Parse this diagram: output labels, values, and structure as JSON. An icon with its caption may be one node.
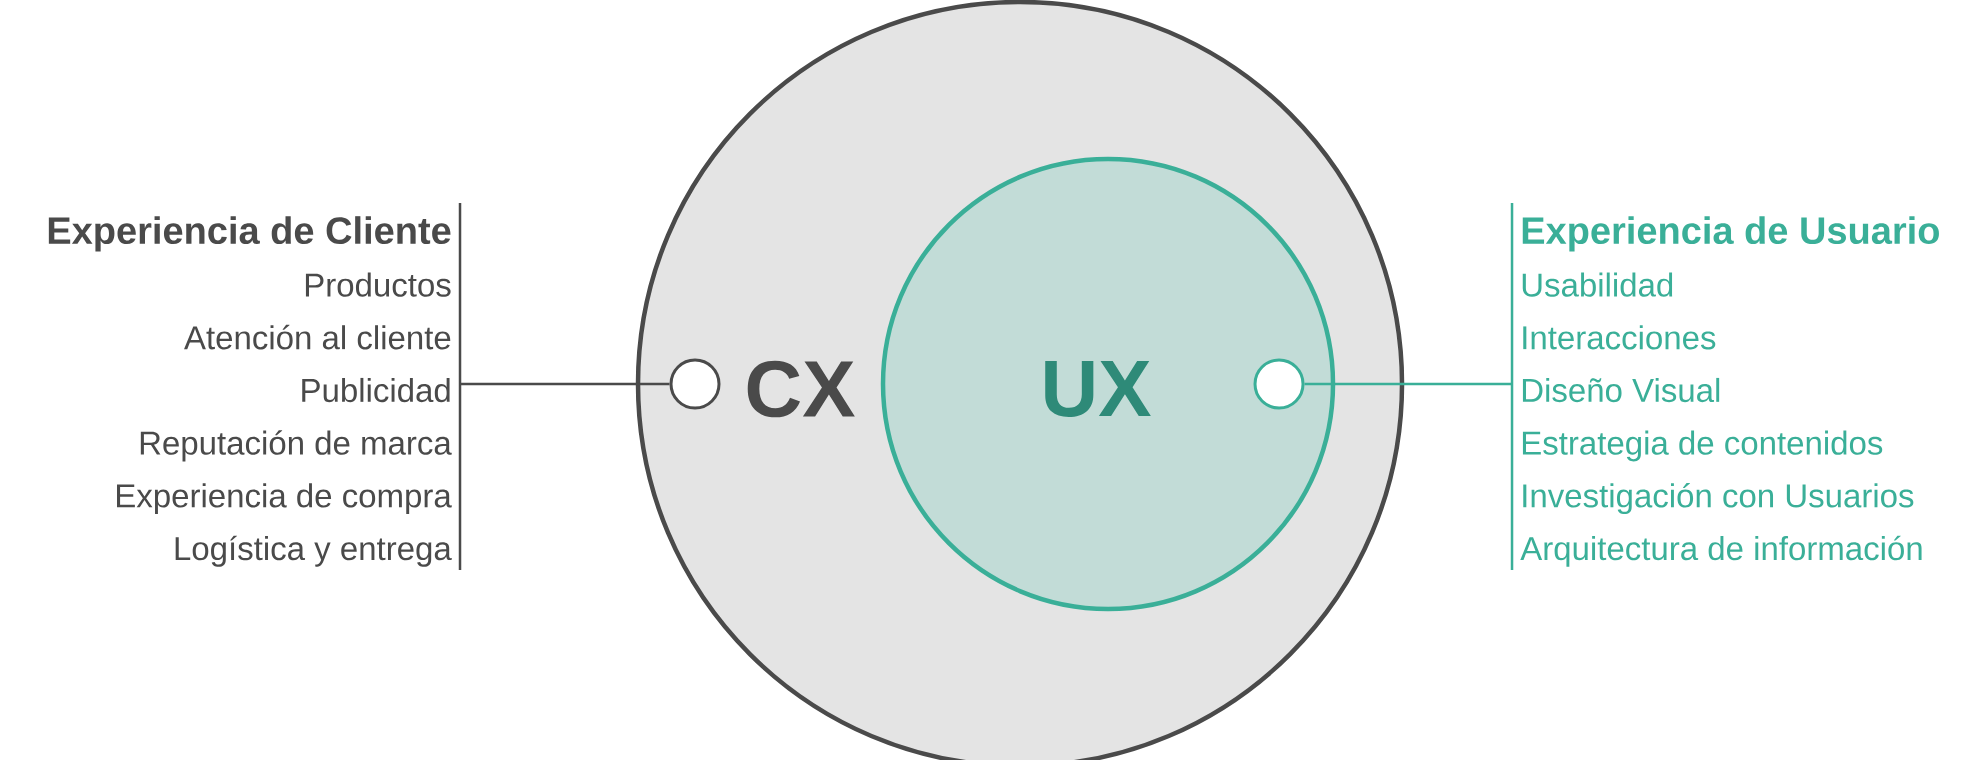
{
  "diagram": {
    "nodes": [
      {
        "text": [
          "CX"
        ]
      },
      {
        "text": [
          "UX"
        ],
        "in": 0
      },
      {
        "text": [],
        "shape": "circle",
        "in": 0
      },
      {
        "text": [],
        "shape": "circle",
        "in": 1
      },
      {
        "text": [
          "Experiencia de Cliente",
          "Productos",
          "Atención al cliente",
          "Publicidad",
          "Reputación de marca",
          "Experiencia de compra",
          "Logística y entrega"
        ]
      },
      {
        "text": [
          "Experiencia de Usuario",
          "Usabilidad",
          "Interacciones",
          "Diseño Visual",
          "Estrategia de contenidos",
          "Investigación con Usuarios",
          "Arquitectura de información"
        ]
      }
    ],
    "edges": [
      {
        "from": 4,
        "to": 2,
        "arrow": "none",
        "color": "#4a4a4a"
      },
      {
        "from": 5,
        "to": 3,
        "arrow": "none",
        "color": "#3aaf98"
      }
    ]
  }
}
